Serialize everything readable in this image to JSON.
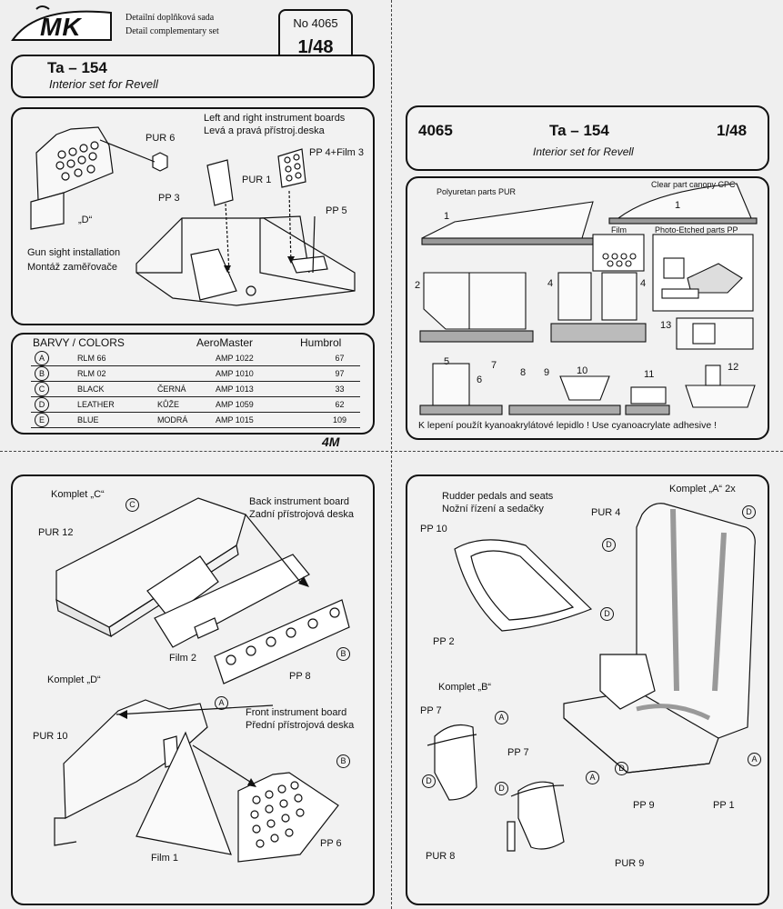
{
  "header": {
    "logo": "MK",
    "desc1": "Detailní doplňková sada",
    "desc2": "Detail complementary set",
    "number": "No 4065",
    "scale": "1/48"
  },
  "title_box": {
    "title": "Ta – 154",
    "subtitle": "Interior set for Revell"
  },
  "gunsight_panel": {
    "l_boards_en": "Left and right instrument boards",
    "l_boards_cz": "Levá a pravá přístroj.deska",
    "pur6": "PUR 6",
    "pp4film3": "PP 4+Film 3",
    "pp3": "PP 3",
    "pur1": "PUR 1",
    "pp5": "PP 5",
    "d_label": "„D“",
    "gun_en": "Gun sight installation",
    "gun_cz": "Montáž zaměřovače"
  },
  "colors": {
    "h_barvy": "BARVY / COLORS",
    "h_aero": "AeroMaster",
    "h_humbrol": "Humbrol",
    "rows": [
      {
        "letter": "A",
        "name": "RLM 66",
        "cz": "",
        "amp": "AMP 1022",
        "hum": "67"
      },
      {
        "letter": "B",
        "name": "RLM 02",
        "cz": "",
        "amp": "AMP 1010",
        "hum": "97"
      },
      {
        "letter": "C",
        "name": "BLACK",
        "cz": "ČERNÁ",
        "amp": "AMP 1013",
        "hum": "33"
      },
      {
        "letter": "D",
        "name": "LEATHER",
        "cz": "KŮŽE",
        "amp": "AMP 1059",
        "hum": "62"
      },
      {
        "letter": "E",
        "name": "BLUE",
        "cz": "MODRÁ",
        "amp": "AMP 1015",
        "hum": "109"
      }
    ],
    "logo4m": "4M"
  },
  "right_title": {
    "number": "4065",
    "title": "Ta – 154",
    "scale": "1/48",
    "subtitle": "Interior set for Revell"
  },
  "parts": {
    "pur": "Polyuretan parts PUR",
    "cpc": "Clear part canopy CPC",
    "film": "Film",
    "pp": "Photo-Etched parts PP",
    "n1": "1",
    "n1b": "1",
    "n2": "2",
    "n4a": "4",
    "n4b": "4",
    "n13": "13",
    "n5": "5",
    "n6": "6",
    "n7": "7",
    "n8": "8",
    "n9": "9",
    "n10": "10",
    "n11": "11",
    "n12": "12",
    "warning": "K lepení použít kyanoakrylátové lepidlo ! Use cyanoacrylate adhesive !"
  },
  "komplet_c": {
    "title": "Komplet „C“",
    "c": "C",
    "pur12": "PUR 12",
    "back_en": "Back instrument board",
    "back_cz": "Zadní přístrojová deska",
    "film2": "Film 2",
    "pp8": "PP 8",
    "b": "B"
  },
  "komplet_d": {
    "title": "Komplet „D“",
    "a": "A",
    "front_en": "Front instrument board",
    "front_cz": "Přední přístrojová deska",
    "pur10": "PUR 10",
    "b": "B",
    "film1": "Film 1",
    "pp6": "PP 6"
  },
  "komplet_a": {
    "title": "Komplet „A“ 2x",
    "rudder_en": "Rudder pedals and seats",
    "rudder_cz": "Nožní řízení a sedačky",
    "pp10": "PP 10",
    "pur4": "PUR 4",
    "d1": "D",
    "d2": "D",
    "d3": "D",
    "d4": "D",
    "pp2": "PP 2",
    "pp9": "PP 9",
    "pp1": "PP 1",
    "a": "A"
  },
  "komplet_b": {
    "title": "Komplet „B“",
    "pp7a": "PP 7",
    "pp7b": "PP 7",
    "a1": "A",
    "a2": "A",
    "d1": "D",
    "d2": "D",
    "pur8": "PUR 8",
    "pur9": "PUR 9"
  }
}
